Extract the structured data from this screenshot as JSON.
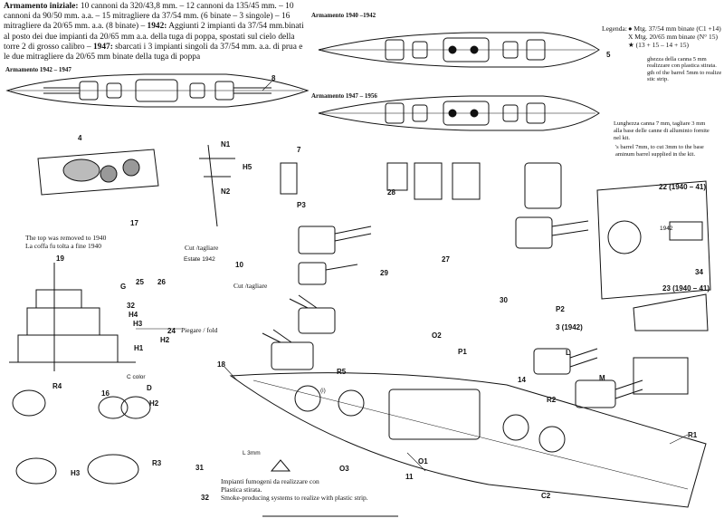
{
  "intro": {
    "h_initial": "Armamento iniziale:",
    "t_initial": " 10 cannoni da 320/43,8 mm. – 12 cannoni da 135/45 mm. – 10 cannoni da 90/50 mm. a.a. – 15 mitragliere da 37/54 mm. (6 binate – 3 singole) – 16 mitragliere da 20/65 mm. a.a. (8 binate) – ",
    "h_1942": "1942:",
    "t_1942": " Aggiunti 2 impianti da 37/54 mm.binati al posto dei due impianti da 20/65 mm a.a. della tuga di poppa, spostati sul cielo della torre 2 di grosso calibro – ",
    "h_1947": "1947:",
    "t_1947": " sbarcati i 3 impianti singoli da 37/54 mm. a.a. di prua e le due mitragliere da 20/65 mm binate della tuga di poppa"
  },
  "captions": {
    "arm_1942_1947": "Armamento 1942 – 1947",
    "arm_1940_1942": "Armamento 1940 –1942",
    "arm_1947_1956": "Armamento 1947 – 1956"
  },
  "legend": {
    "title": "Legenda:",
    "line1": "● Mtg. 37/54 mm binate (C1 +14)",
    "line2": "X Mtg. 20/65 mm binate (N° 15)",
    "line3": "★ (13 + 15 – 14 + 15)"
  },
  "notes": {
    "barrel_it_a": "ghezza della canna 5 mm",
    "barrel_it_b": "realizzare con plastica stirata.",
    "barrel_en_a": "gth of the barrel 5mm to realize",
    "barrel_en_b": "stic strip.",
    "cut_it_a": "Lunghezza canna 7 mm, tagliare 3 mm",
    "cut_it_b": "alla base delle canne di alluminio fornite",
    "cut_it_c": "nel kit.",
    "cut_en_a": "'s barrel 7mm, to cut 3mm to the base",
    "cut_en_b": "aminum barrel supplied in the kit.",
    "top_removed_en": "The top was removed to 1940",
    "top_removed_it": "La coffa fu tolta a fine 1940",
    "fold": "Piegare / fold",
    "cut_tagliare_1": "Cut /tagliare",
    "cut_tagliare_2": "Cut /tagliare",
    "estate": "Estate 1942",
    "smoke_it_a": "Impianti fumogeni da realizzare con",
    "smoke_it_b": "Plastica stirata.",
    "smoke_en": "Smoke-producing systems to realize with plastic strip.",
    "bridge_plate": "1942"
  },
  "labels": {
    "four_a": "4",
    "eight": "8",
    "five": "5",
    "n1": "N1",
    "h5": "H5",
    "n2": "N2",
    "seven": "7",
    "p3": "P3",
    "twentyeight": "28",
    "ann_1940_41a": "22 (1940 – 41)",
    "ann_1940_41b": "23 (1940 – 41)",
    "thirtyfour": "34",
    "ten_a": "10",
    "twentyfive": "25",
    "twentysix": "26",
    "nineteen_a": "19",
    "g": "G",
    "thirtytwo": "32",
    "h4": "H4",
    "h3": "H3",
    "twentyfour": "24",
    "h2_a": "H2",
    "h1": "H1",
    "eighteen": "18",
    "r4": "R4",
    "c_color": "C color",
    "sixteen": "16",
    "h2_b": "H2",
    "d1": "D",
    "h3_b": "H3",
    "r3": "R3",
    "p2": "P2",
    "ann_1942": "3 (1942)",
    "l": "L",
    "m": "M",
    "p1": "P1",
    "r5": "R5",
    "r2": "R2",
    "r1": "R1",
    "o3": "O3",
    "o2": "O2",
    "thirty": "30",
    "twentynine": "29",
    "twentyseven": "27",
    "l3mm": "L 3mm",
    "i_mark": "(i)",
    "thirtyone": "31",
    "thirtytwo_b": "32",
    "seventeen": "17",
    "fourteen": "14",
    "eleven": "11",
    "c2": "C2",
    "o1": "O1"
  }
}
